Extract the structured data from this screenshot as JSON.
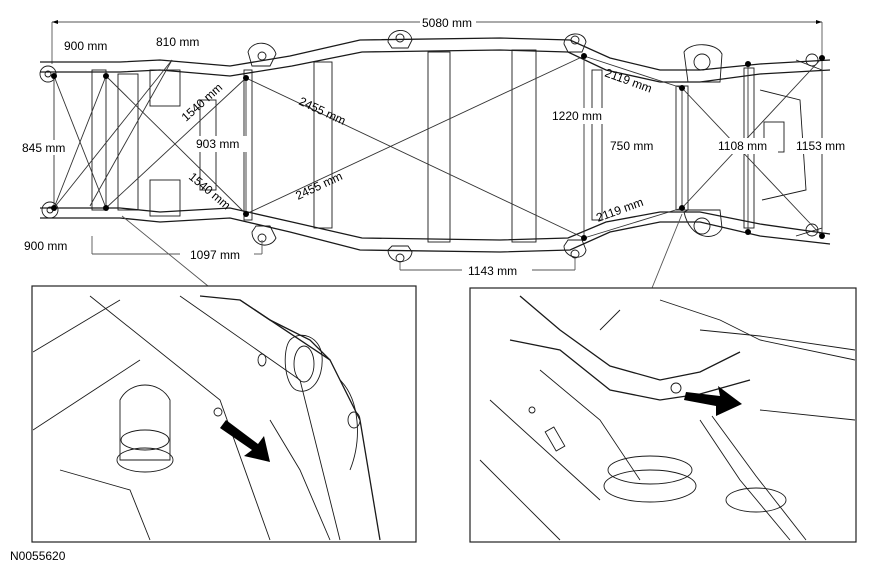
{
  "figure_id": "N0055620",
  "dimensions": {
    "overall_length": "5080 mm",
    "front_width": "845 mm",
    "front_diag_top": "900 mm",
    "front_diag_bottom": "900 mm",
    "rail_spacing": "810 mm",
    "diag_1540_top": "1540 mm",
    "diag_1540_bottom": "1540 mm",
    "width_903": "903 mm",
    "diag_2455_top": "2455 mm",
    "diag_2455_bottom": "2455 mm",
    "width_1220": "1220 mm",
    "diag_2119_top": "2119 mm",
    "diag_2119_bottom": "2119 mm",
    "width_750": "750 mm",
    "width_1108": "1108 mm",
    "width_1153": "1153 mm",
    "spacing_1097": "1097 mm",
    "spacing_1143": "1143 mm"
  }
}
